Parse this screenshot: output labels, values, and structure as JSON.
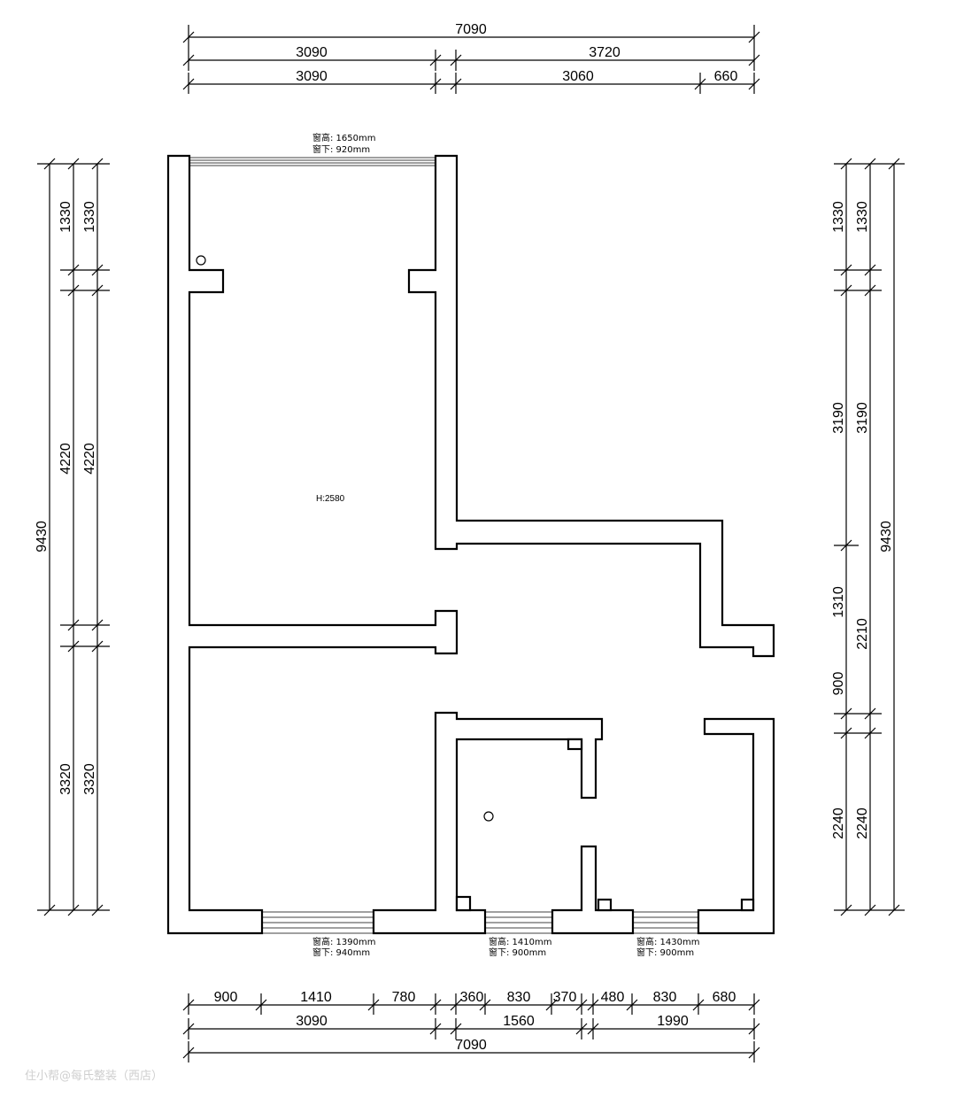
{
  "top_dims": {
    "overall": "7090",
    "row2": [
      "3090",
      "3720"
    ],
    "row3": [
      "3090",
      "3060",
      "660"
    ]
  },
  "bottom_dims": {
    "row1": [
      "900",
      "1410",
      "780",
      "360",
      "830",
      "370",
      "480",
      "830",
      "680"
    ],
    "row2": [
      "3090",
      "1560",
      "1990"
    ],
    "overall": "7090"
  },
  "left_dims": {
    "overall": "9430",
    "col2": [
      "1330",
      "4220",
      "3320"
    ],
    "col3": [
      "1330",
      "4220",
      "3320"
    ]
  },
  "right_dims": {
    "overall": "9430",
    "col1": [
      "1330",
      "3190",
      "1310",
      "900",
      "2240"
    ],
    "col2": [
      "1330",
      "3190",
      "2210",
      "2240"
    ]
  },
  "windows": {
    "top": {
      "height": "窗高: 1650mm",
      "sill": "窗下: 920mm"
    },
    "bottom_left": {
      "height": "窗高: 1390mm",
      "sill": "窗下: 940mm"
    },
    "bottom_mid": {
      "height": "窗高: 1410mm",
      "sill": "窗下: 900mm"
    },
    "bottom_right": {
      "height": "窗高: 1430mm",
      "sill": "窗下: 900mm"
    }
  },
  "ceiling_height": "H:2580",
  "watermark": "住小帮@每氏整装（西店）"
}
